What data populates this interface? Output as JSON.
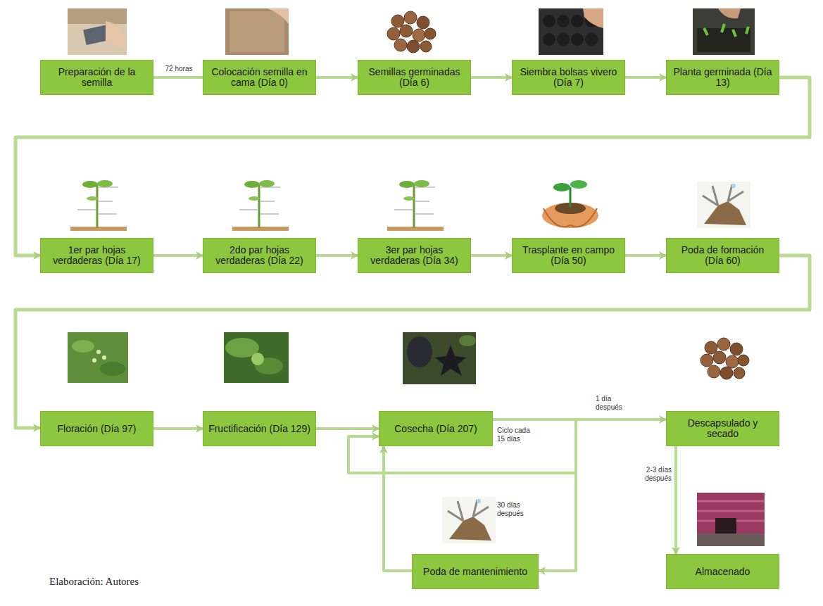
{
  "diagram": {
    "nodes": [
      {
        "text": [
          "Preparación de la semilla"
        ]
      },
      {
        "text": [
          "Colocación semilla en cama (Día 0)"
        ]
      },
      {
        "text": [
          "Semillas germinadas (Día 6)"
        ]
      },
      {
        "text": [
          "Siembra bolsas vivero (Día 7)"
        ]
      },
      {
        "text": [
          "Planta germinada (Día 13)"
        ]
      },
      {
        "text": [
          "1er par hojas verdaderas (Día 17)"
        ]
      },
      {
        "text": [
          "2do par hojas verdaderas (Día 22)"
        ]
      },
      {
        "text": [
          "3er par hojas verdaderas (Día 34)"
        ]
      },
      {
        "text": [
          "Trasplante en campo (Día 50)"
        ]
      },
      {
        "text": [
          "Poda de formación (Día 60)"
        ]
      },
      {
        "text": [
          "Floración (Día 97)"
        ]
      },
      {
        "text": [
          "Fructificación (Día 129)"
        ]
      },
      {
        "text": [
          "Cosecha (Día 207)"
        ]
      },
      {
        "text": [
          "Descapsulado y secado"
        ]
      },
      {
        "text": [
          "Poda de mantenimiento"
        ]
      },
      {
        "text": [
          "Almacenado"
        ]
      }
    ],
    "edges": [
      {
        "from": 0,
        "to": 1,
        "label": "72 horas",
        "arrow": "none"
      },
      {
        "from": 1,
        "to": 2,
        "arrow": "to"
      },
      {
        "from": 2,
        "to": 3,
        "arrow": "to"
      },
      {
        "from": 3,
        "to": 4,
        "arrow": "to"
      },
      {
        "from": 4,
        "to": 5,
        "arrow": "to"
      },
      {
        "from": 5,
        "to": 6,
        "arrow": "to"
      },
      {
        "from": 6,
        "to": 7,
        "arrow": "to"
      },
      {
        "from": 7,
        "to": 8,
        "arrow": "to"
      },
      {
        "from": 8,
        "to": 9,
        "arrow": "to"
      },
      {
        "from": 9,
        "to": 10,
        "arrow": "to"
      },
      {
        "from": 10,
        "to": 11,
        "arrow": "to"
      },
      {
        "from": 11,
        "to": 12,
        "arrow": "to"
      },
      {
        "from": 12,
        "to": 13,
        "label": "1 día después",
        "arrow": "to"
      },
      {
        "from": 12,
        "to": 12,
        "arrow": "to"
      },
      {
        "from": 12,
        "to": 14,
        "arrow": "to"
      },
      {
        "from": 14,
        "to": 12,
        "arrow": "to"
      },
      {
        "from": 13,
        "to": 15,
        "label": "2-3 días después",
        "arrow": "to"
      }
    ],
    "labels": [
      "Ciclo cada 15 días",
      "30 días después",
      "Elaboración: Autores"
    ]
  }
}
